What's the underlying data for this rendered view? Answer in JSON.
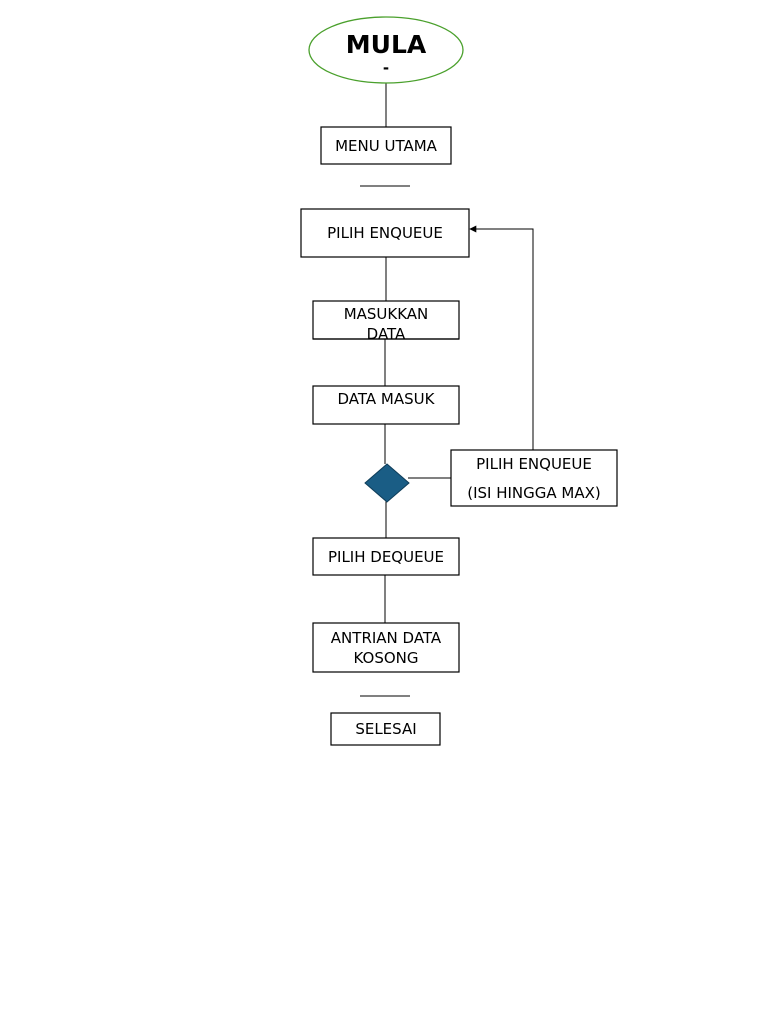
{
  "diagram": {
    "colors": {
      "start_outline": "#4aa02c",
      "decision_fill": "#1a5d85",
      "decision_stroke": "#0f3d59",
      "box_stroke": "#000000",
      "line": "#000000"
    },
    "start": {
      "title": "MULA",
      "sub": "-"
    },
    "menu": {
      "label": "MENU UTAMA"
    },
    "enqueue": {
      "label": "PILIH ENQUEUE"
    },
    "input": {
      "label_1": "MASUKKAN",
      "label_2": "DATA"
    },
    "data_in": {
      "label": "DATA MASUK"
    },
    "decision": {
      "shape": "diamond"
    },
    "enqueue_full": {
      "label_1": "PILIH ENQUEUE",
      "label_2": "(ISI HINGGA MAX)"
    },
    "dequeue": {
      "label": "PILIH DEQUEUE"
    },
    "empty": {
      "label_1": "ANTRIAN DATA",
      "label_2": "KOSONG"
    },
    "end": {
      "label": "SELESAI"
    }
  }
}
